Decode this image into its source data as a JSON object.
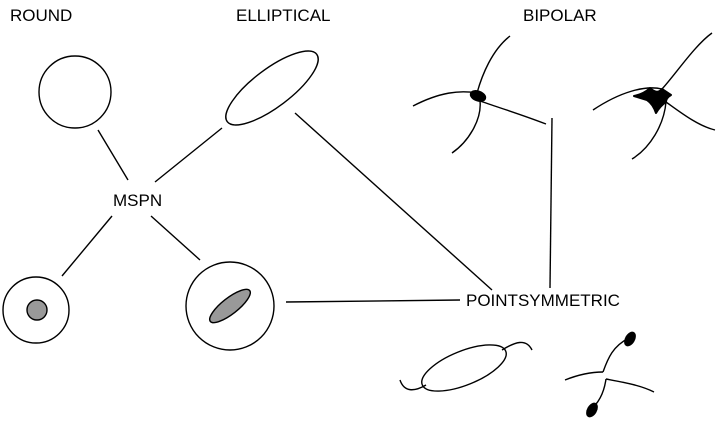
{
  "labels": {
    "round": "ROUND",
    "elliptical": "ELLIPTICAL",
    "bipolar": "BIPOLAR",
    "mspn": "MSPN",
    "pointsymmetric": "POINTSYMMETRIC"
  },
  "colors": {
    "line": "#000000",
    "core_fill": "#999999",
    "background": "#ffffff"
  }
}
